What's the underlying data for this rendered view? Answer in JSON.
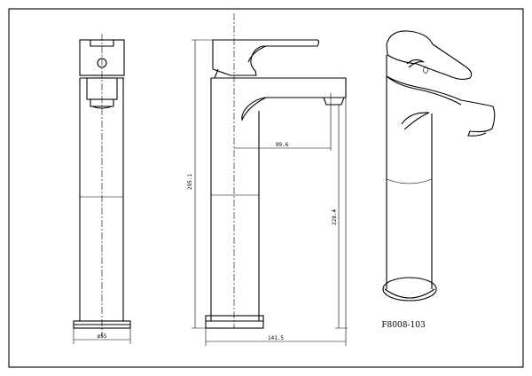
{
  "drawing": {
    "model_code": "F8008-103",
    "dimensions": {
      "base_diameter": "ø55",
      "total_height": "295.1",
      "spout_height": "228.4",
      "spout_reach": "99.6",
      "total_depth": "141.5"
    }
  }
}
